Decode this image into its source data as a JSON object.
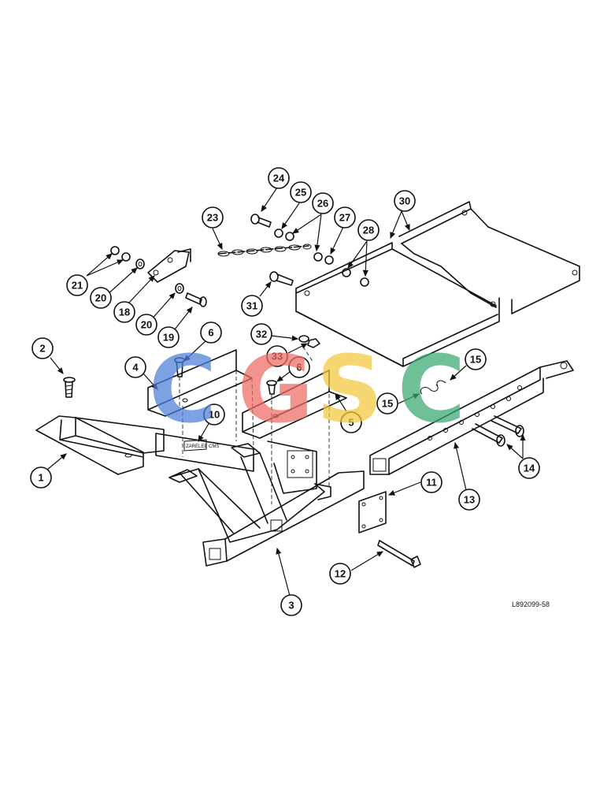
{
  "diagram": {
    "reference_code": "L892099-58",
    "decal_text": "ZARELEE CMS",
    "watermark": {
      "letters": [
        "C",
        "G",
        "S",
        "C"
      ],
      "colors": [
        "#4a7fd9",
        "#ef6a62",
        "#f2c73a",
        "#3aa970"
      ]
    },
    "callouts": [
      "1",
      "2",
      "3",
      "4",
      "5",
      "6",
      "6",
      "10",
      "11",
      "12",
      "13",
      "14",
      "15",
      "15",
      "18",
      "19",
      "20",
      "20",
      "21",
      "23",
      "24",
      "25",
      "26",
      "27",
      "28",
      "30",
      "31",
      "32",
      "33"
    ]
  }
}
